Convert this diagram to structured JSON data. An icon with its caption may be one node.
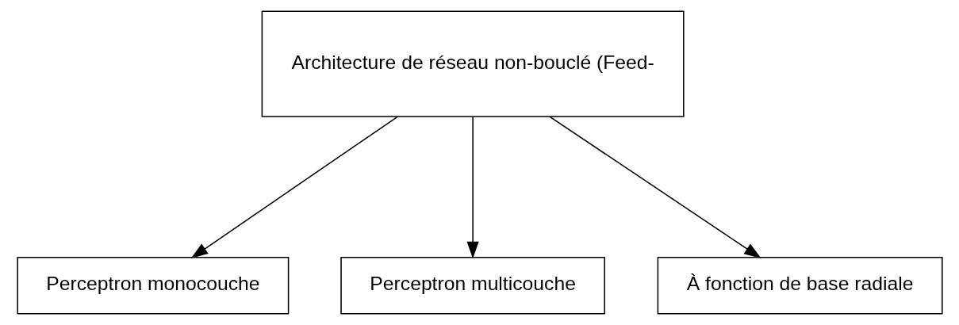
{
  "diagram": {
    "nodes": [
      {
        "text": [
          "Architecture de réseau non-bouclé (Feed-"
        ]
      },
      {
        "text": [
          "Perceptron monocouche"
        ]
      },
      {
        "text": [
          "Perceptron multicouche"
        ]
      },
      {
        "text": [
          "À fonction de base radiale"
        ]
      }
    ],
    "edges": [
      {
        "from": 0,
        "to": 1,
        "arrow": "to"
      },
      {
        "from": 0,
        "to": 2,
        "arrow": "to"
      },
      {
        "from": 0,
        "to": 3,
        "arrow": "to"
      }
    ]
  }
}
